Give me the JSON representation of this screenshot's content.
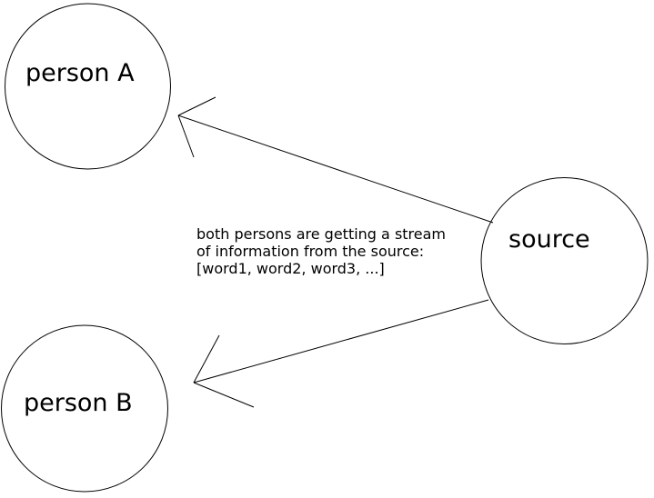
{
  "diagram": {
    "background_color": "#ffffff",
    "stroke_color": "#000000",
    "nodes": [
      {
        "id": "person-a",
        "shape": "circle",
        "label": "person A"
      },
      {
        "id": "person-b",
        "shape": "circle",
        "label": "person B"
      },
      {
        "id": "source",
        "shape": "circle",
        "label": "source"
      }
    ],
    "edges": [
      {
        "from": "source",
        "to": "person-a",
        "style": "open-arrow"
      },
      {
        "from": "source",
        "to": "person-b",
        "style": "open-arrow"
      }
    ],
    "annotation": {
      "lines": [
        "both persons are getting a stream",
        "of information from the source:",
        "[word1, word2, word3, ...]"
      ]
    }
  }
}
